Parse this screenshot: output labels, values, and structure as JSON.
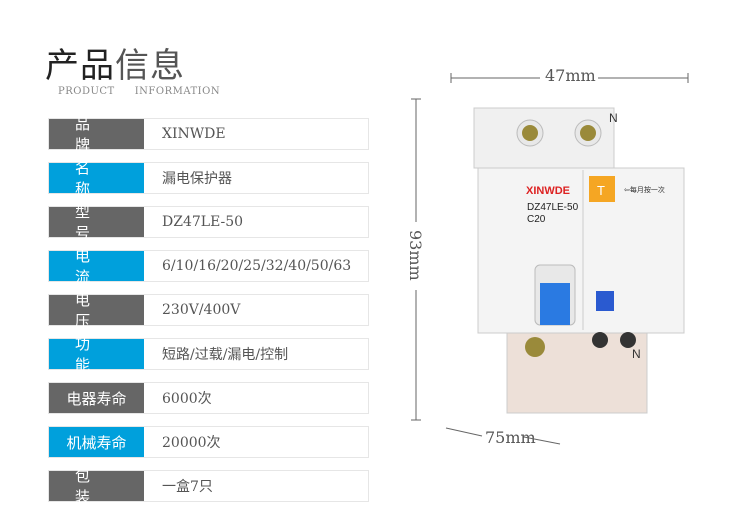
{
  "header": {
    "title_dark": "产品",
    "title_light": "信息",
    "subtitle_1": "PRODUCT",
    "subtitle_2": "INFORMATION"
  },
  "colors": {
    "gray_label": "#666666",
    "blue_label": "#00a0dc"
  },
  "specs": [
    {
      "label": "品牌",
      "value": "XINWDE",
      "color": "gray"
    },
    {
      "label": "名称",
      "value": "漏电保护器",
      "color": "blue"
    },
    {
      "label": "型号",
      "value": "DZ47LE-50",
      "color": "gray"
    },
    {
      "label": "电流",
      "value": "6/10/16/20/25/32/40/50/63",
      "color": "blue"
    },
    {
      "label": "电压",
      "value": "230V/400V",
      "color": "gray"
    },
    {
      "label": "功能",
      "value": "短路/过载/漏电/控制",
      "color": "blue"
    },
    {
      "label": "电器寿命",
      "value": "6000次",
      "color": "gray"
    },
    {
      "label": "机械寿命",
      "value": "20000次",
      "color": "blue"
    },
    {
      "label": "包装",
      "value": "一盒7只",
      "color": "gray"
    }
  ],
  "dimensions": {
    "width": "47mm",
    "height": "93mm",
    "depth": "75mm"
  },
  "product_labels": {
    "brand": "XINWDE",
    "model": "DZ47LE-50",
    "rating": "C20",
    "terminal": "N",
    "test_button": "T",
    "test_note": "每月按一次"
  }
}
